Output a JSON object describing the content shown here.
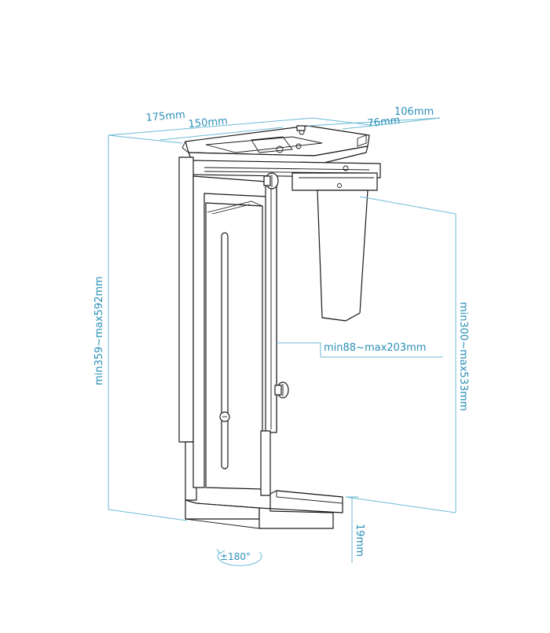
{
  "dimensions": {
    "width_total": "175mm",
    "width_inner": "150mm",
    "depth_total": "106mm",
    "depth_inner": "76mm",
    "height_total": "min359~max592mm",
    "height_inner": "min300~max533mm",
    "width_adjust": "min88~max203mm",
    "base_height": "19mm",
    "rotation": "±180°"
  },
  "colors": {
    "dimension_line": "#6cbad6",
    "label_text": "#2a8fb8",
    "outline": "#1a1a1a"
  },
  "icons": {
    "rotation": "rotate-arrow-icon"
  }
}
